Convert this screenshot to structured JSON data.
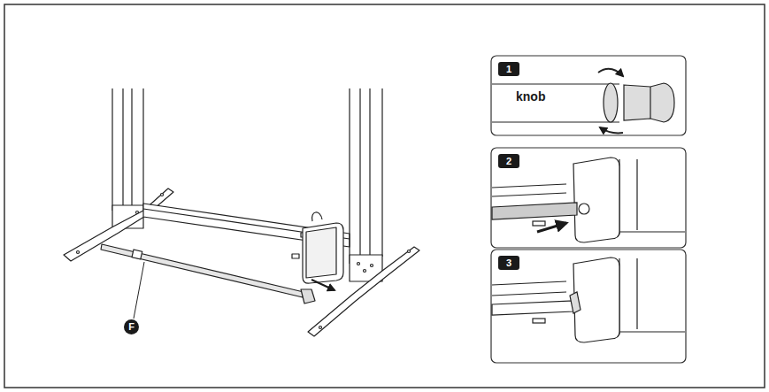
{
  "diagram": {
    "nodes": [
      {
        "text": [
          "1"
        ]
      },
      {
        "text": [
          "2"
        ]
      },
      {
        "text": [
          "3"
        ]
      },
      {
        "text": [
          "F"
        ]
      }
    ],
    "labels": [
      "knob"
    ]
  }
}
